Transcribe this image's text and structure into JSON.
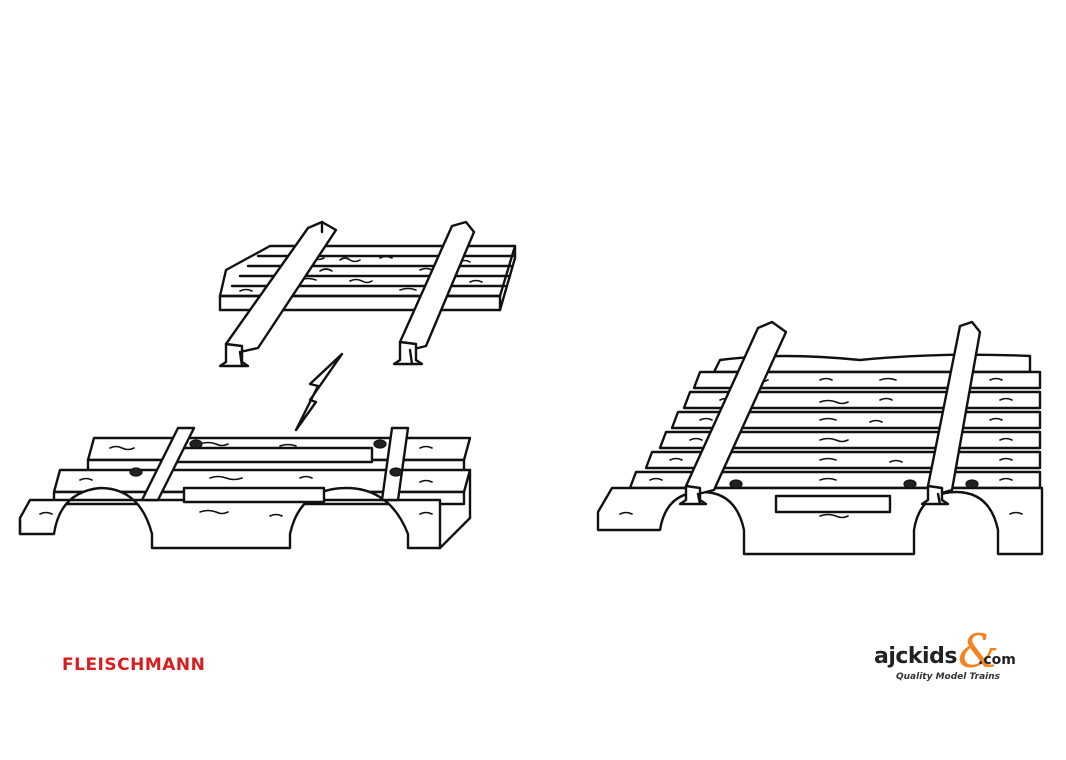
{
  "brands": {
    "left_logo": "FLEISCHMANN",
    "left_logo_color": "#d81e1e",
    "right_logo_word": "ajckids",
    "right_logo_amp": "&",
    "right_logo_domain": ".com",
    "right_logo_tagline": "Quality Model Trains",
    "right_logo_accent": "#f58220"
  },
  "illustration": {
    "panels": [
      "track-piece-top",
      "track-base-bottom",
      "assembled-track"
    ],
    "arrow": "arrow-up-icon"
  }
}
